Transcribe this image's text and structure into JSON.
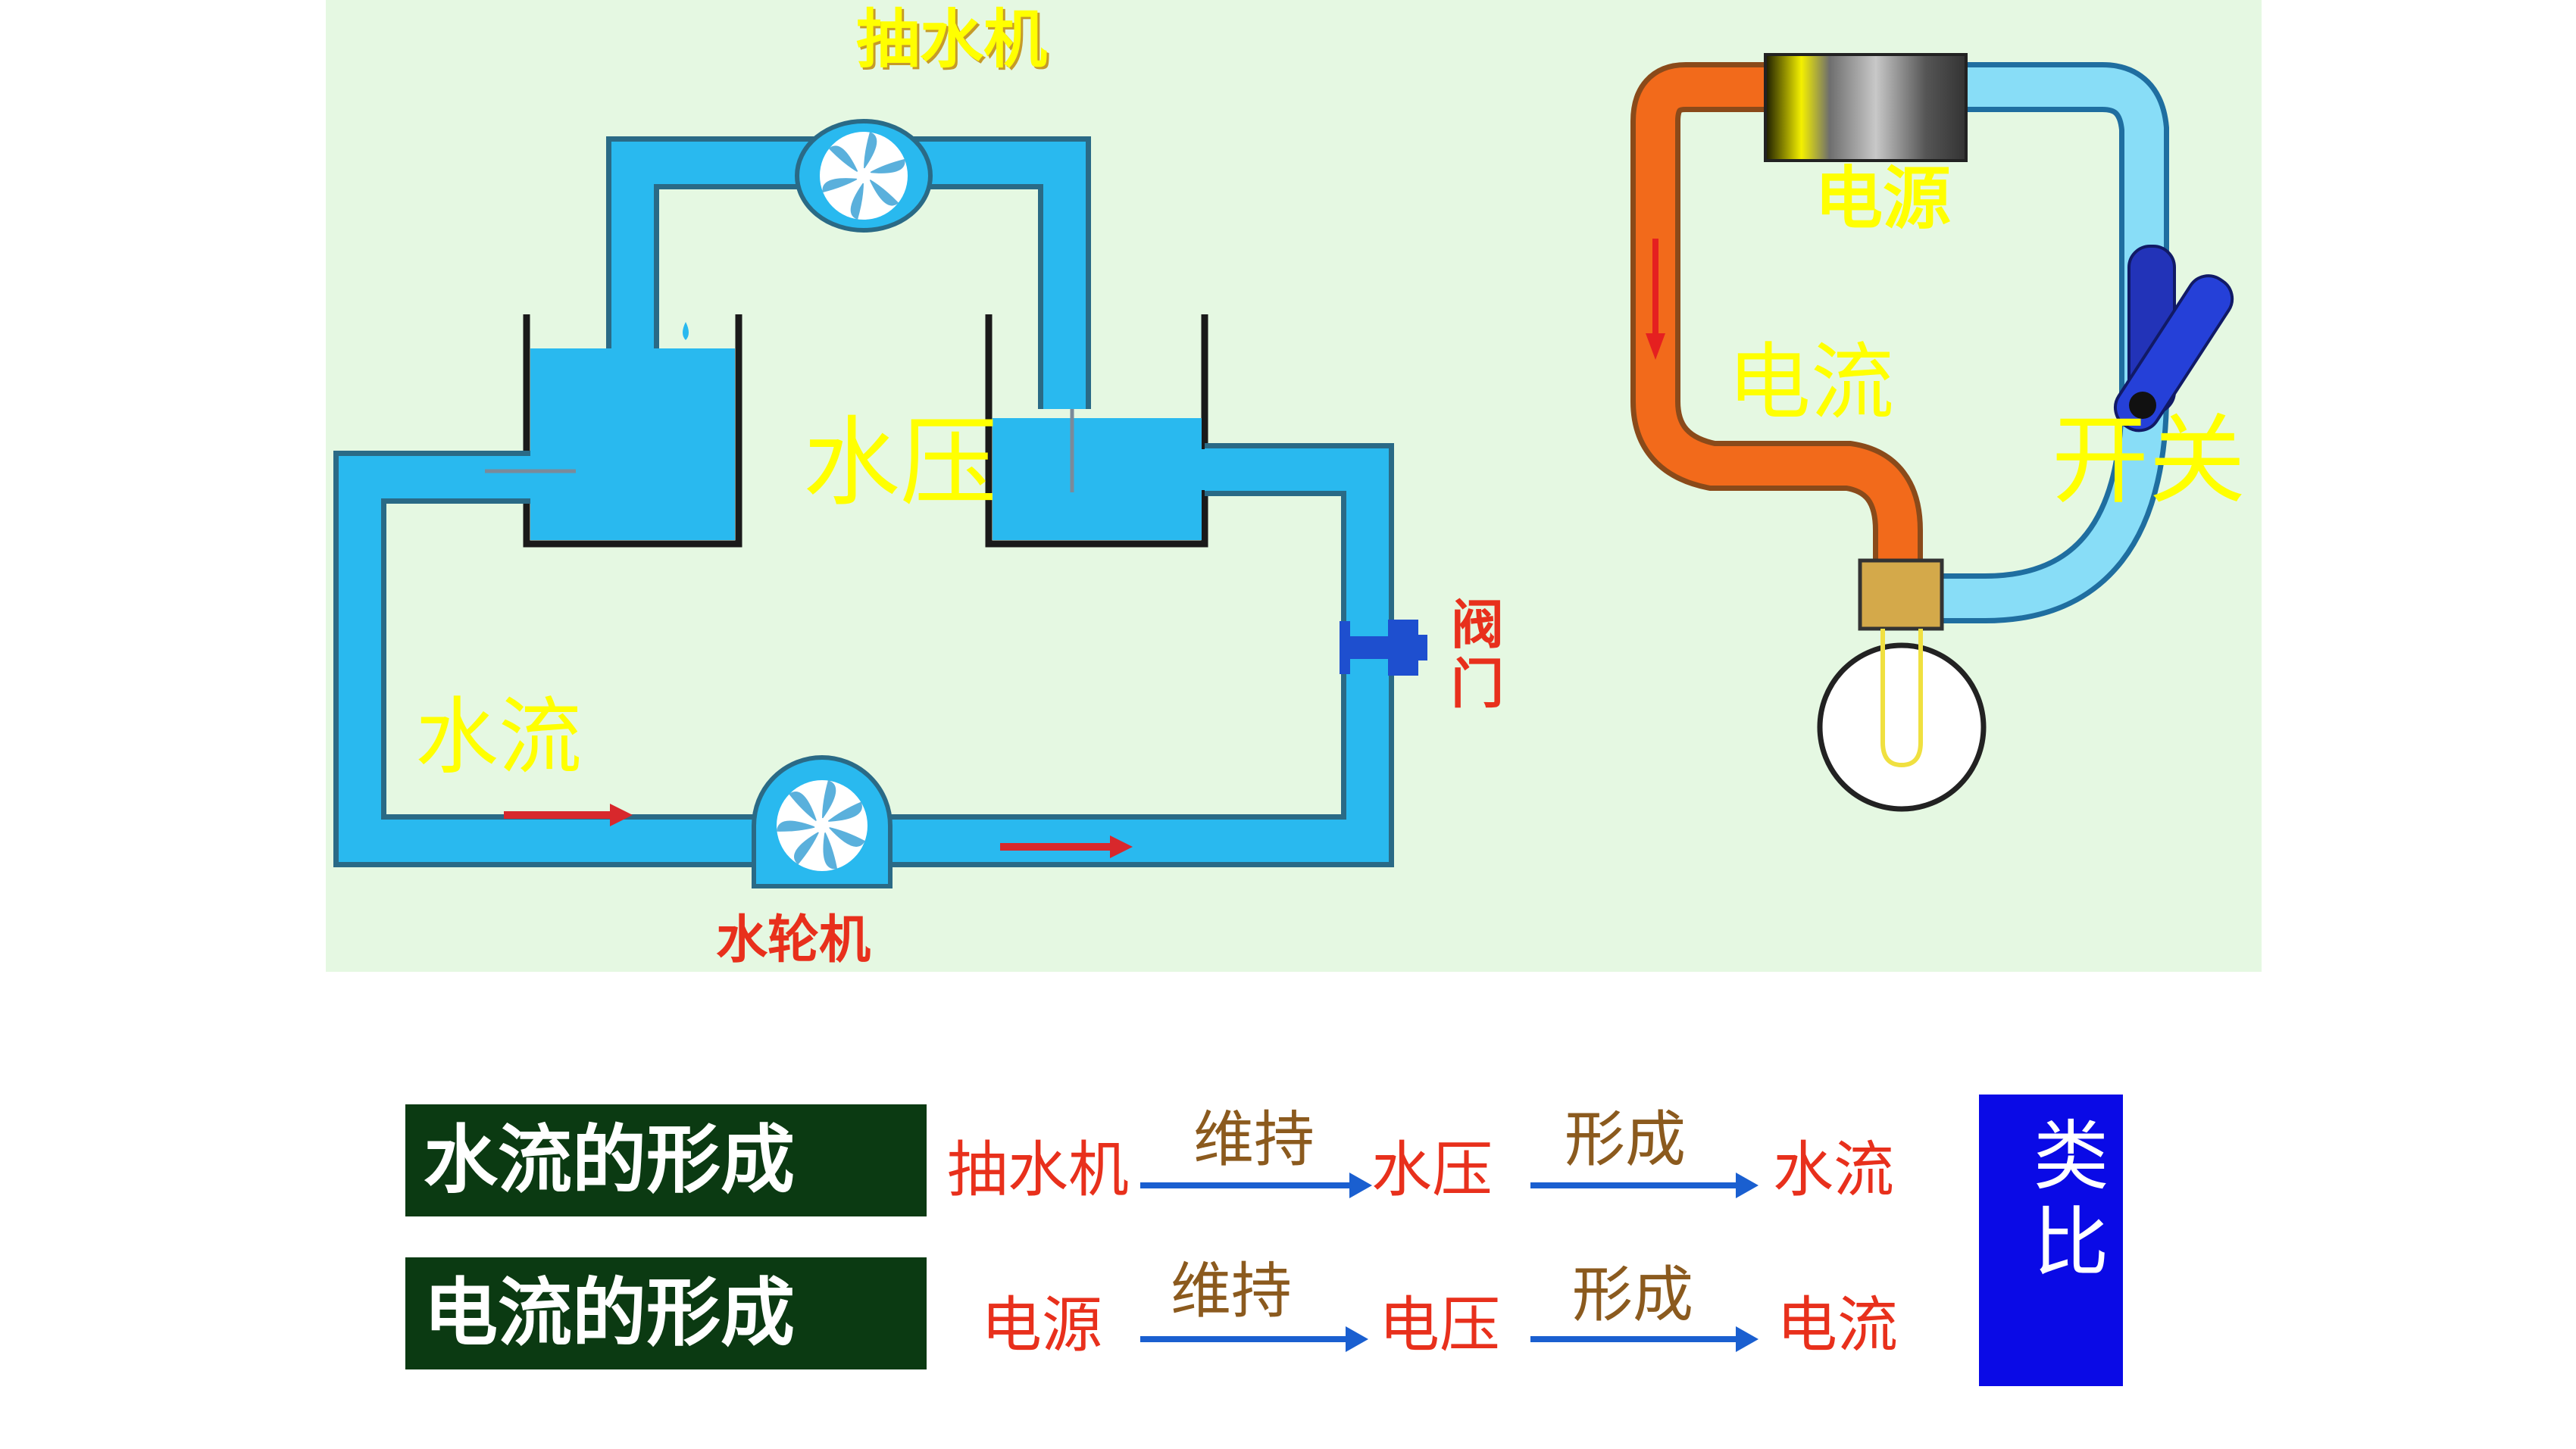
{
  "diagram": {
    "water_labels": {
      "pump": "抽水机",
      "water_pressure": "水压",
      "valve_1": "阀",
      "valve_2": "门",
      "water_flow": "水流",
      "turbine": "水轮机"
    },
    "electric_labels": {
      "power_source": "电源",
      "current": "电流",
      "switch": "开关"
    }
  },
  "rows": [
    {
      "title": "水流的形成",
      "source": "抽水机",
      "verb1": "维持",
      "middle": "水压",
      "verb2": "形成",
      "result": "水流"
    },
    {
      "title": "电流的形成",
      "source": "电源",
      "verb1": "维持",
      "middle": "电压",
      "verb2": "形成",
      "result": "电流"
    }
  ],
  "analogy_label": "类比",
  "colors": {
    "panel_bg": "#e5f8e2",
    "water": "#29b9ef",
    "current_wire": "#f26a1b",
    "row_box": "#0b3a12",
    "analogy_box": "#0a0ae6",
    "label_yellow": "#ffff00",
    "label_red": "#e8301c"
  }
}
